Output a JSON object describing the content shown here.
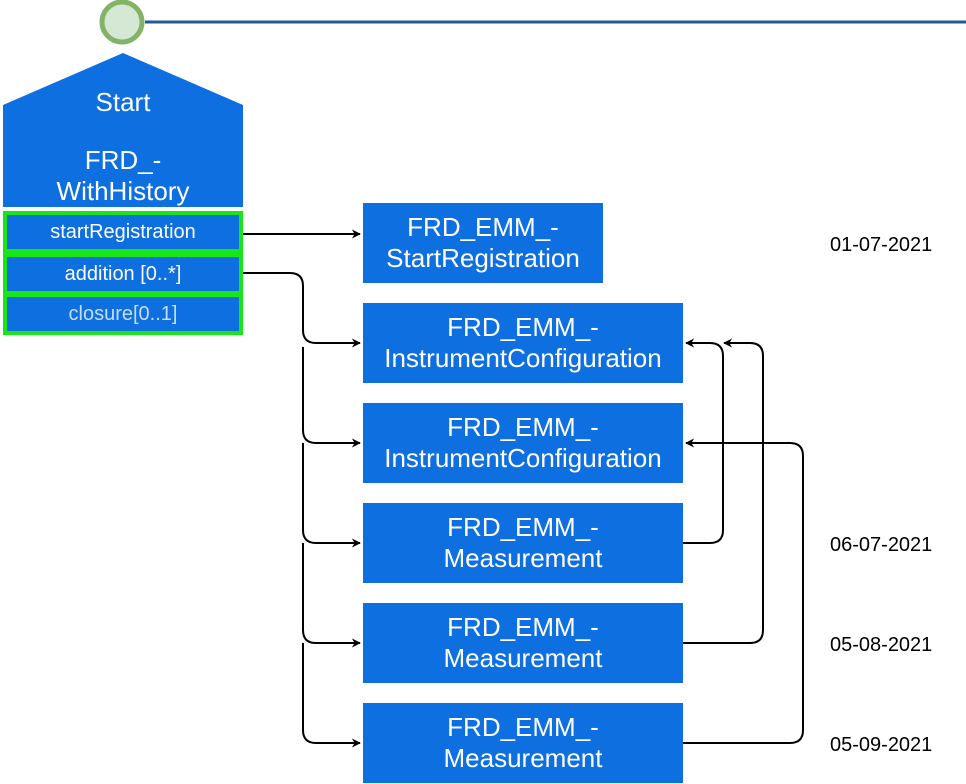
{
  "start": {
    "title": "Start",
    "name_line1": "FRD_-",
    "name_line2": "WithHistory",
    "slots": [
      "startRegistration",
      "addition [0..*]",
      "closure[0..1]"
    ]
  },
  "nodes": [
    {
      "line1": "FRD_EMM_-",
      "line2": "StartRegistration"
    },
    {
      "line1": "FRD_EMM_-",
      "line2": "InstrumentConfiguration"
    },
    {
      "line1": "FRD_EMM_-",
      "line2": "InstrumentConfiguration"
    },
    {
      "line1": "FRD_EMM_-",
      "line2": "Measurement"
    },
    {
      "line1": "FRD_EMM_-",
      "line2": "Measurement"
    },
    {
      "line1": "FRD_EMM_-",
      "line2": "Measurement"
    }
  ],
  "dates": [
    "01-07-2021",
    "06-07-2021",
    "05-08-2021",
    "05-09-2021"
  ],
  "colors": {
    "node_fill": "#0d6fe0",
    "slot_border": "#19e619",
    "start_event_fill": "#d5e8d4",
    "start_event_stroke": "#82b366",
    "timeline": "#1f5a96"
  }
}
